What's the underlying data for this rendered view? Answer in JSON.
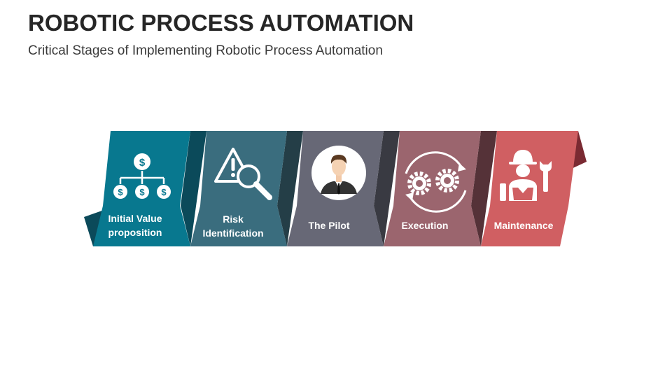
{
  "title": "ROBOTIC PROCESS AUTOMATION",
  "subtitle": "Critical Stages of Implementing Robotic Process Automation",
  "stages": [
    {
      "label_lines": [
        "Initial Value",
        "proposition"
      ],
      "icon": "money-hierarchy-icon",
      "color": "#08788F",
      "fold_color": "#0B4A5A"
    },
    {
      "label_lines": [
        "Risk",
        "Identification"
      ],
      "icon": "risk-magnifier-icon",
      "color": "#3A6D7E",
      "fold_color": "#243E47"
    },
    {
      "label_lines": [
        "The Pilot"
      ],
      "icon": "pilot-avatar-icon",
      "color": "#676876",
      "fold_color": "#393A42"
    },
    {
      "label_lines": [
        "Execution"
      ],
      "icon": "gears-cycle-icon",
      "color": "#9B656E",
      "fold_color": "#553238"
    },
    {
      "label_lines": [
        "Maintenance"
      ],
      "icon": "worker-wrench-icon",
      "color": "#D05F62",
      "fold_color": "#7A2A32"
    }
  ]
}
